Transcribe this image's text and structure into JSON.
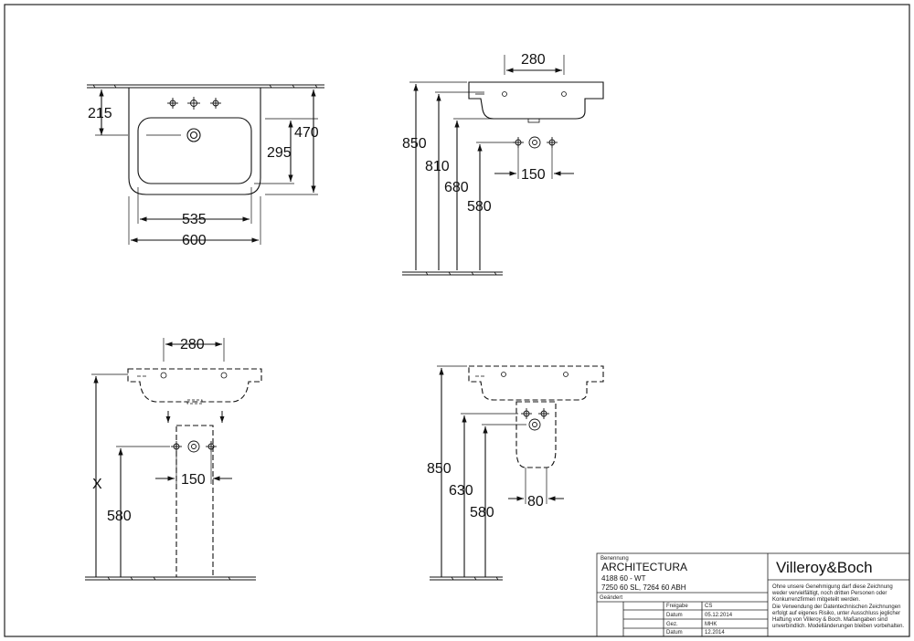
{
  "dimensions": {
    "top_view": {
      "depth_tap": "215",
      "overall_depth": "470",
      "inner_depth": "295",
      "inner_width": "535",
      "overall_width": "600"
    },
    "side_view_top": {
      "tap_spacing": "280",
      "rim_height": "850",
      "underside_height": "810",
      "siphon_height": "680",
      "waste_height": "580",
      "supply_spacing": "150"
    },
    "front_view_pedestal": {
      "tap_spacing": "280",
      "supply_spacing": "150",
      "variable_height": "X",
      "waste_height": "580"
    },
    "side_view_pedestal": {
      "rim_height": "850",
      "pedestal_height": "630",
      "waste_height": "580",
      "pedestal_width": "80"
    }
  },
  "title_block": {
    "label_designation": "Benennung",
    "product_name": "ARCHITECTURA",
    "article_line_1": "4188 60 - WT",
    "article_line_2": "7250 60 SL, 7264 60 ABH",
    "brand": "Villeroy&Boch",
    "label_changed": "Geändert",
    "rows": [
      {
        "label": "Freigabe",
        "value": ""
      },
      {
        "label": "Datum",
        "value": "05.12.2014"
      },
      {
        "label": "Gez.",
        "value": "MHK"
      },
      {
        "label": "Datum",
        "value": "12.2014"
      }
    ],
    "extra_value": "CS",
    "legal_lines": [
      "Ohne unsere Genehmigung darf diese Zeichnung",
      "weder vervielfältigt, noch dritten Personen oder",
      "Konkurrenzfirmen mitgeteilt werden.",
      "Die Verwendung der Datentechnischen Zeichnungen",
      "erfolgt auf eigenes Risiko, unter Ausschluss jeglicher",
      "Haftung von Villeroy & Boch. Maßangaben sind",
      "unverbindlich. Modelländerungen bleiben vorbehalten."
    ]
  }
}
